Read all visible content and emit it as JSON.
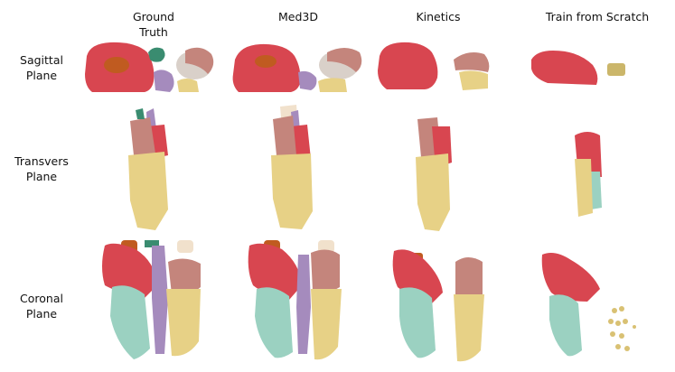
{
  "columns": [
    {
      "title_line1": "Ground",
      "title_line2": "Truth"
    },
    {
      "title_line1": "Med3D",
      "title_line2": ""
    },
    {
      "title_line1": "Kinetics",
      "title_line2": ""
    },
    {
      "title_line1": "Train from Scratch",
      "title_line2": ""
    }
  ],
  "rows": [
    {
      "label_line1": "Sagittal",
      "label_line2": "Plane"
    },
    {
      "label_line1": "Transvers",
      "label_line2": "Plane"
    },
    {
      "label_line1": "Coronal",
      "label_line2": "Plane"
    }
  ],
  "colors": {
    "red": "#d84650",
    "pink": "#c4857c",
    "yellow": "#e7d186",
    "teal": "#9bd1c1",
    "purple": "#a58bbd",
    "orange": "#c05b20",
    "green": "#3a8c70",
    "cream": "#f1e1cc"
  }
}
